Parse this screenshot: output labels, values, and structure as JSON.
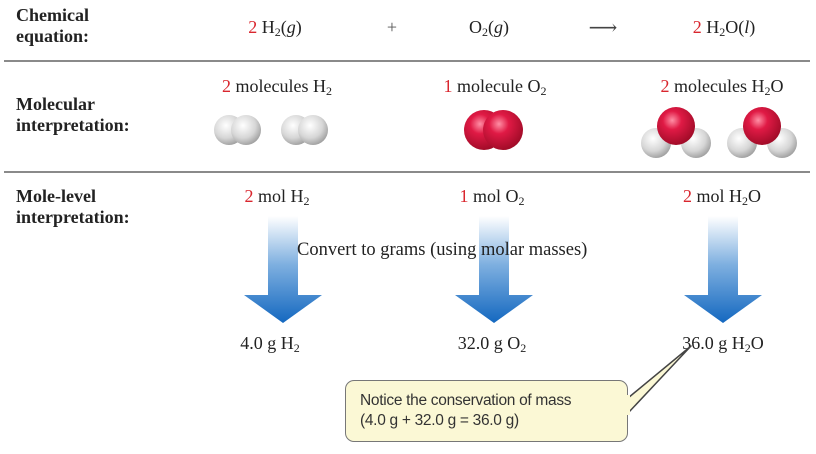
{
  "row_labels": {
    "equation": [
      "Chemical",
      "equation:"
    ],
    "molecular": [
      "Molecular",
      "interpretation:"
    ],
    "mole": [
      "Mole-level",
      "interpretation:"
    ]
  },
  "equation": {
    "reactant1": {
      "coef": "2",
      "sym": "H",
      "sub": "2",
      "tail": "",
      "state": "g"
    },
    "plus": "+",
    "reactant2": {
      "coef": "",
      "sym": "O",
      "sub": "2",
      "tail": "",
      "state": "g"
    },
    "arrow": "⟶",
    "product": {
      "coef": "2",
      "sym": "H",
      "sub": "2",
      "tail": "O",
      "state": "l"
    }
  },
  "molecular": [
    {
      "coef": "2",
      "text": "molecules",
      "sym": "H",
      "sub": "2",
      "tail": ""
    },
    {
      "coef": "1",
      "text": "molecule",
      "sym": "O",
      "sub": "2",
      "tail": ""
    },
    {
      "coef": "2",
      "text": "molecules",
      "sym": "H",
      "sub": "2",
      "tail": "O"
    }
  ],
  "mole": [
    {
      "coef": "2",
      "text": "mol",
      "sym": "H",
      "sub": "2",
      "tail": ""
    },
    {
      "coef": "1",
      "text": "mol",
      "sym": "O",
      "sub": "2",
      "tail": ""
    },
    {
      "coef": "2",
      "text": "mol",
      "sym": "H",
      "sub": "2",
      "tail": "O"
    }
  ],
  "convert_text": "Convert to grams (using molar masses)",
  "grams": [
    {
      "value": "4.0 g",
      "sym": "H",
      "sub": "2",
      "tail": ""
    },
    {
      "value": "32.0 g",
      "sym": "O",
      "sub": "2",
      "tail": ""
    },
    {
      "value": "36.0 g",
      "sym": "H",
      "sub": "2",
      "tail": "O"
    }
  ],
  "callout": {
    "line1": "Notice the conservation of mass",
    "line2": "(4.0 g + 32.0 g = 36.0 g)"
  },
  "colors": {
    "coefficient": "#d9262e",
    "arrow": "#1a72c6",
    "oxygen": "#d0103a",
    "hydrogen": "#d8d8d8",
    "callout_bg": "#fbf8d5"
  }
}
